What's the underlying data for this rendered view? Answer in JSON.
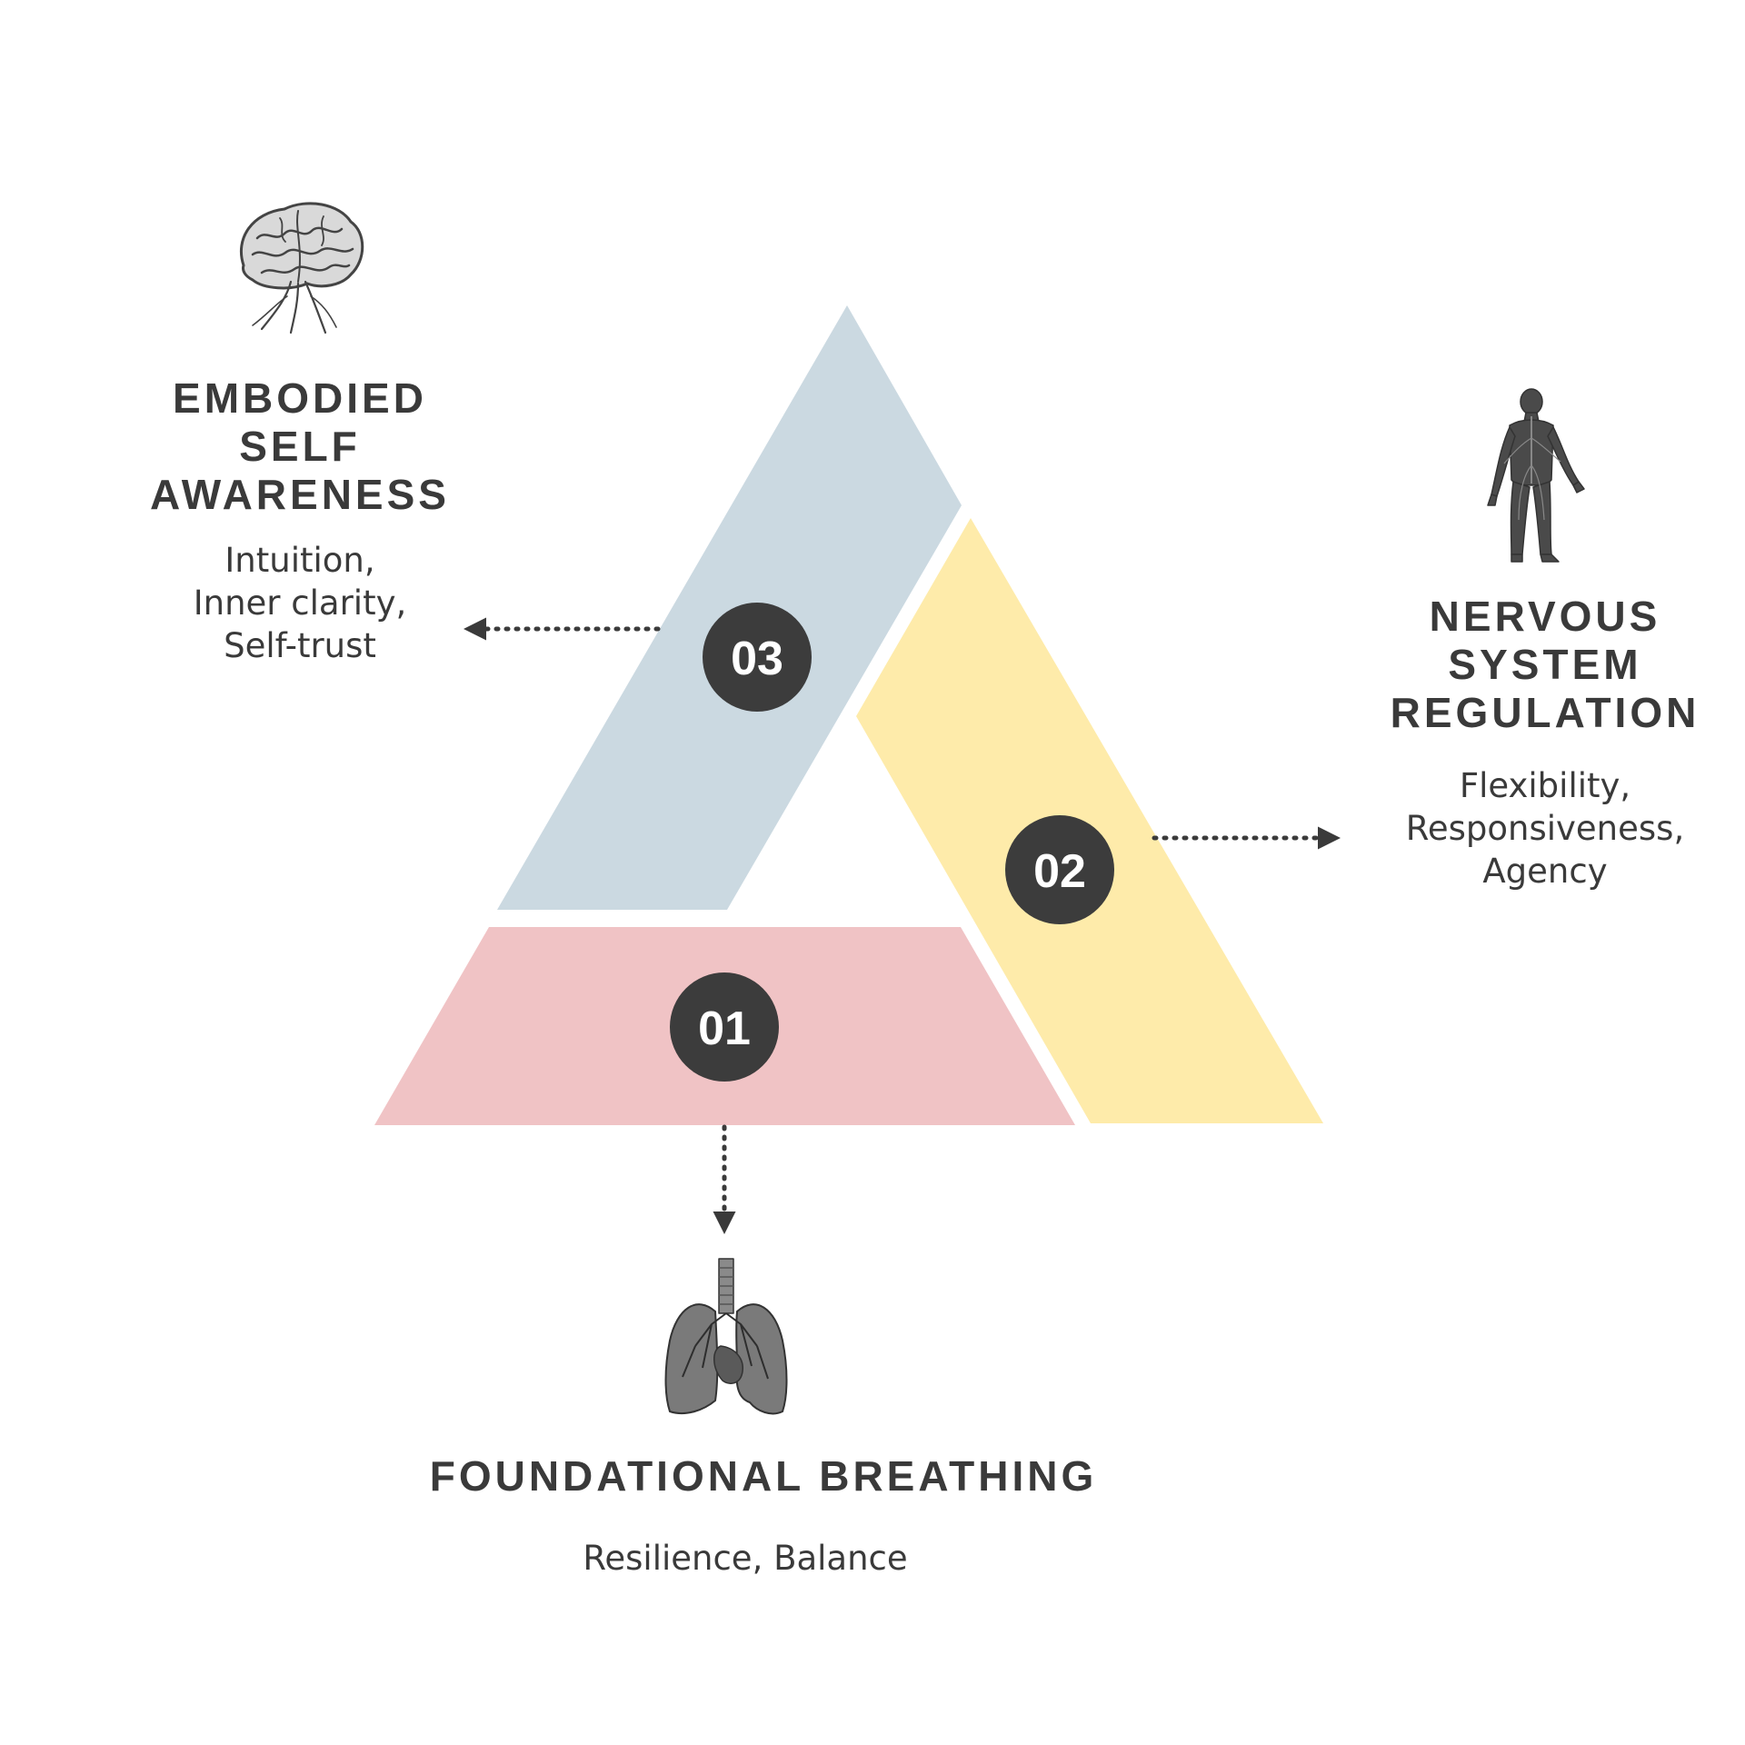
{
  "colors": {
    "blue": "#cbd9e1",
    "yellow": "#feebaa",
    "pink": "#f0c3c5",
    "circle": "#3c3c3c",
    "text": "#3a3a3a",
    "illustration": "#444444"
  },
  "sections": {
    "foundational": {
      "number": "01",
      "title": "FOUNDATIONAL BREATHING",
      "description": "Resilience, Balance",
      "icon": "lungs-icon"
    },
    "nervous": {
      "number": "02",
      "title": "NERVOUS\nSYSTEM\nREGULATION",
      "description": "Flexibility,\nResponsiveness,\nAgency",
      "icon": "human-nervous-system-icon"
    },
    "embodied": {
      "number": "03",
      "title": "EMBODIED\nSELF\nAWARENESS",
      "description": "Intuition,\nInner clarity,\nSelf-trust",
      "icon": "brain-icon"
    }
  }
}
